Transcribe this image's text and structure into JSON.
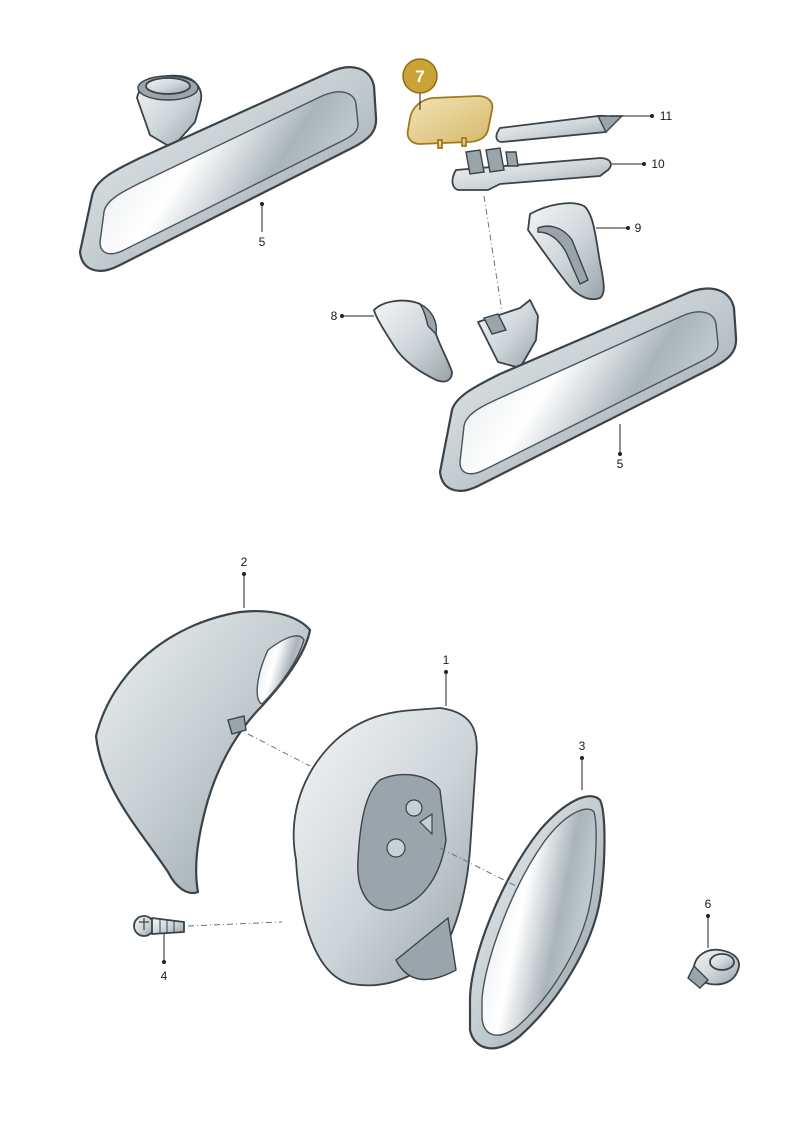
{
  "highlight": {
    "number": "7",
    "color": "#c9a336"
  },
  "callouts": {
    "c1": "1",
    "c2": "2",
    "c3": "3",
    "c4": "4",
    "c5a": "5",
    "c5b": "5",
    "c6": "6",
    "c8": "8",
    "c9": "9",
    "c10": "10",
    "c11": "11"
  }
}
